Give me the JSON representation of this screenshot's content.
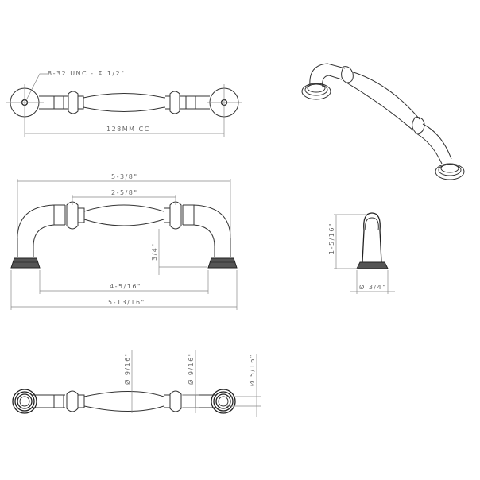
{
  "drawing": {
    "title": "Cabinet pull technical drawing",
    "views": {
      "top_view": {
        "thread_callout": "8-32 UNC - ↧ 1/2\"",
        "center_to_center": "128MM CC"
      },
      "front_view": {
        "overall_length_top": "5-3/8\"",
        "center_barrel_length": "2-5/8\"",
        "projection_height": "3/4\"",
        "inner_clearance": "4-5/16\"",
        "overall_length": "5-13/16\""
      },
      "side_view": {
        "height": "1-5/16\"",
        "base_diameter": "Ø 3/4\""
      },
      "bottom_view": {
        "barrel_diameter": "Ø 9/16\"",
        "collar_diameter": "Ø 9/16\"",
        "post_diameter": "Ø 5/16\""
      },
      "isometric_view": {
        "label": ""
      }
    },
    "colors": {
      "line": "#222222",
      "dimension": "#888888",
      "text": "#666666",
      "background": "#ffffff"
    }
  }
}
